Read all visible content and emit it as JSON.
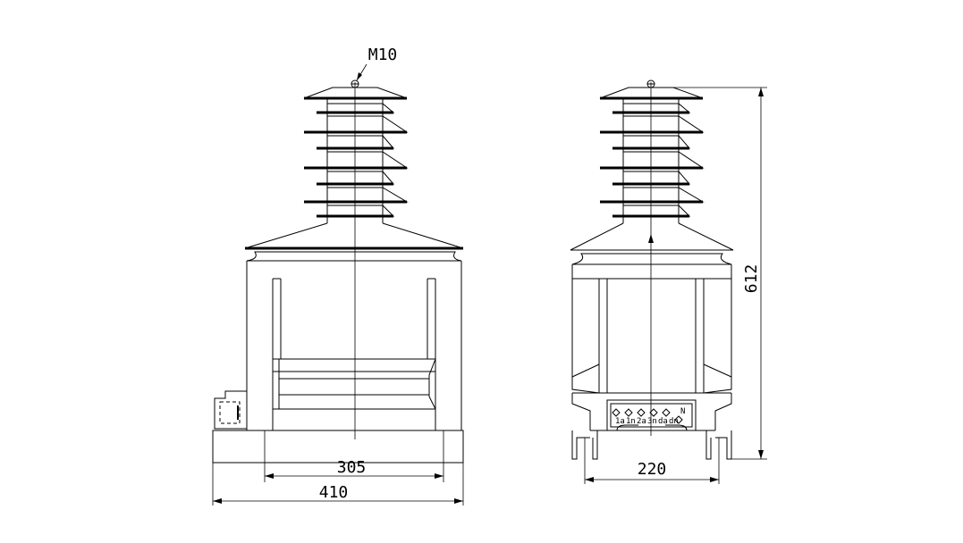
{
  "labels": {
    "bolt": "M10",
    "dim_base_inner": "305",
    "dim_base_outer": "410",
    "dim_side_base": "220",
    "dim_height": "612"
  },
  "terminals": {
    "labels": [
      "1a",
      "1n",
      "2a",
      "3n",
      "da",
      "dn"
    ],
    "n_label": "N"
  }
}
